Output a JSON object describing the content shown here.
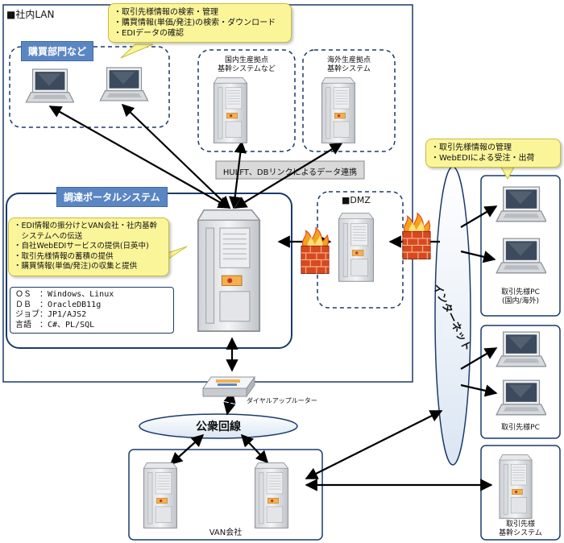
{
  "lan": {
    "title": "■社内LAN"
  },
  "dept": {
    "label": "購買部門など"
  },
  "callout_top": {
    "lines": [
      "・取引先様情報の検索・管理",
      "・購買情報(単価/発注)の検索・ダウンロード",
      "・EDIデータの確認"
    ]
  },
  "domestic": {
    "line1": "国内生産拠点",
    "line2": "基幹システムなど"
  },
  "overseas": {
    "line1": "海外生産拠点",
    "line2": "基幹システム"
  },
  "hulft": {
    "label": "HULFT、DBリンクによるデータ連携"
  },
  "portal": {
    "label": "調達ポータルシステム"
  },
  "callout_portal": {
    "lines": [
      "・EDI情報の振分けとVAN会社・社内基幹",
      "　システムへの伝送",
      "・自社WebEDIサービスの提供(日英中)",
      "・取引先様情報の蓄積の提供",
      "・購買情報(単価/発注)の収集と提供"
    ]
  },
  "spec": {
    "lines": [
      "ＯＳ　：Windows、Linux",
      "ＤＢ　：OracleDB11g",
      "ジョブ：JP1/AJS2",
      "言語　：C#、PL/SQL"
    ]
  },
  "dmz": {
    "label": "■DMZ"
  },
  "callout_right": {
    "lines": [
      "・取引先様情報の管理",
      "・WebEDIによる受注・出荷"
    ]
  },
  "internet": {
    "label": "インターネット"
  },
  "client_pc1": {
    "line1": "取引先様PC",
    "line2": "(国内/海外)"
  },
  "client_pc2": {
    "label": "取引先様PC"
  },
  "client_sys": {
    "line1": "取引先様",
    "line2": "基幹システム"
  },
  "router": {
    "label": "ダイヤルアップルーター"
  },
  "public": {
    "label": "公衆回線"
  },
  "van": {
    "label": "VAN会社"
  }
}
